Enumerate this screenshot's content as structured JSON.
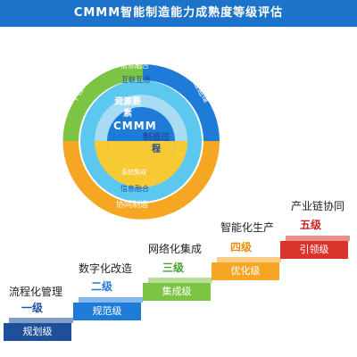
{
  "title": "CMMM智能制造能力成熟度等级评估",
  "colors": {
    "banner": "#1d73c9",
    "green": "#7cc443",
    "blue": "#1f7bd8",
    "orange": "#f5a623",
    "yellow": "#f7c933",
    "lightblue": "#5cc8ef",
    "navy": "#1d4f9a",
    "red": "#d9342b"
  },
  "rings": {
    "outer_left": "个性化定制",
    "outer_right": "远程运维",
    "outer_bottom": "协同制造",
    "middle_top": "信息融合",
    "middle_bottom": "信息融合",
    "inner_top": "互联互通",
    "inner_bottom": "系统集成",
    "core_left": "资源要素",
    "core_center": "CMMM",
    "core_right": "制造过程"
  },
  "levels": [
    {
      "stage": "流程化管理",
      "level": "一级",
      "name": "规划级",
      "color": "#1d4f9a",
      "level_color": "#1d4f9a"
    },
    {
      "stage": "数字化改造",
      "level": "二级",
      "name": "规范级",
      "color": "#1f7bd8",
      "level_color": "#1f7bd8"
    },
    {
      "stage": "网络化集成",
      "level": "三级",
      "name": "集成级",
      "color": "#7cc443",
      "level_color": "#4aa12d"
    },
    {
      "stage": "智能化生产",
      "level": "四级",
      "name": "优化级",
      "color": "#f5a623",
      "level_color": "#f08c0c"
    },
    {
      "stage": "产业链协同",
      "level": "五级",
      "name": "引领级",
      "color": "#d9342b",
      "level_color": "#c8231d"
    }
  ]
}
